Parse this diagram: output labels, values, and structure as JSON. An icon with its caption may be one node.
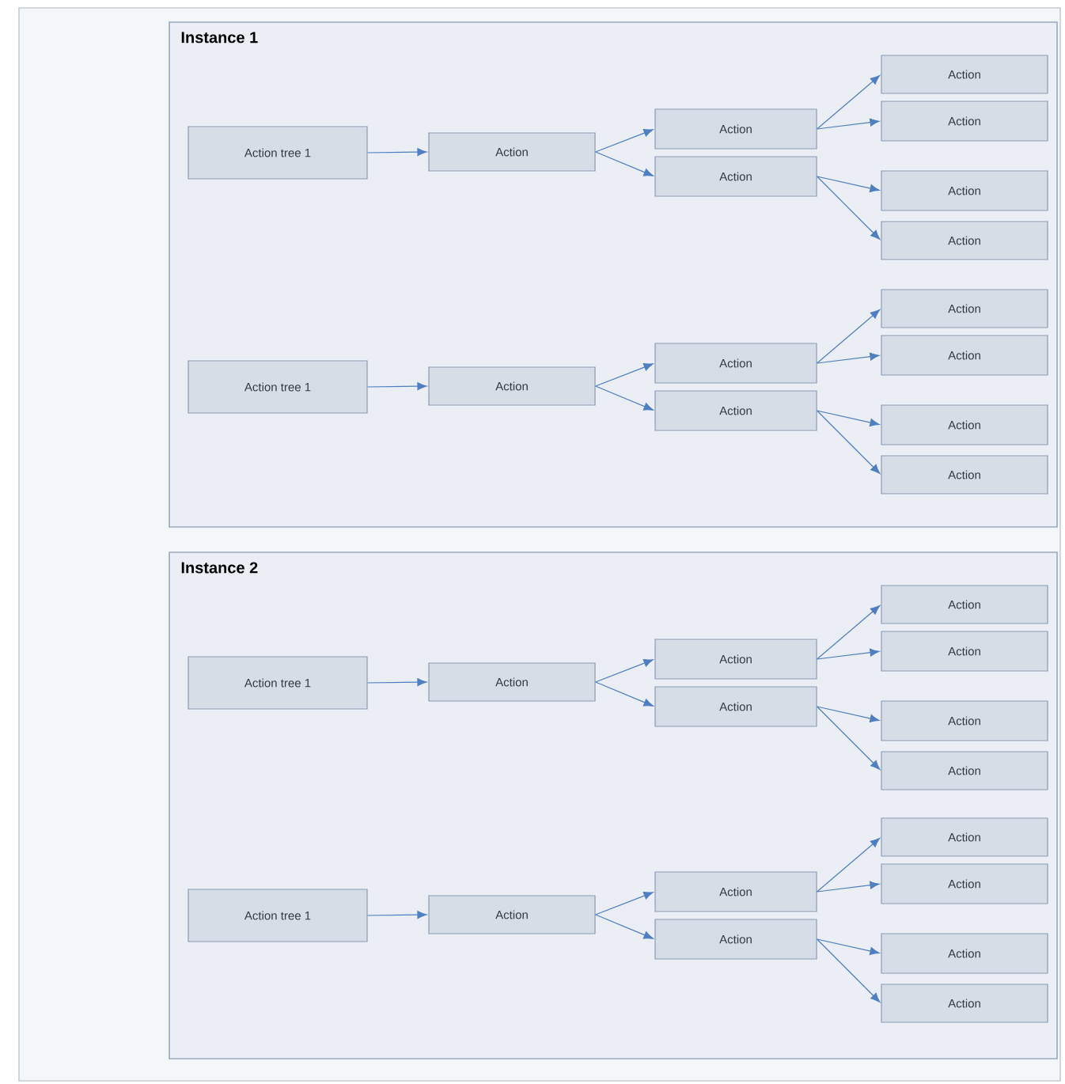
{
  "diagram": {
    "nodes": [
      {
        "text": [],
        "shape": "box"
      },
      {
        "text": [
          "Instance 1"
        ],
        "in": 0
      },
      {
        "text": [
          "Action tree 1"
        ],
        "in": 1
      },
      {
        "text": [
          "Action"
        ],
        "in": 1
      },
      {
        "text": [
          "Action"
        ],
        "in": 1
      },
      {
        "text": [
          "Action"
        ],
        "in": 1
      },
      {
        "text": [
          "Action"
        ],
        "in": 1
      },
      {
        "text": [
          "Action"
        ],
        "in": 1
      },
      {
        "text": [
          "Action"
        ],
        "in": 1
      },
      {
        "text": [
          "Action"
        ],
        "in": 1
      },
      {
        "text": [
          "Action tree 1"
        ],
        "in": 1
      },
      {
        "text": [
          "Action"
        ],
        "in": 1
      },
      {
        "text": [
          "Action"
        ],
        "in": 1
      },
      {
        "text": [
          "Action"
        ],
        "in": 1
      },
      {
        "text": [
          "Action"
        ],
        "in": 1
      },
      {
        "text": [
          "Action"
        ],
        "in": 1
      },
      {
        "text": [
          "Action"
        ],
        "in": 1
      },
      {
        "text": [
          "Action"
        ],
        "in": 1
      },
      {
        "text": [
          "Instance 2"
        ],
        "in": 0
      },
      {
        "text": [
          "Action tree 1"
        ],
        "in": 18
      },
      {
        "text": [
          "Action"
        ],
        "in": 18
      },
      {
        "text": [
          "Action"
        ],
        "in": 18
      },
      {
        "text": [
          "Action"
        ],
        "in": 18
      },
      {
        "text": [
          "Action"
        ],
        "in": 18
      },
      {
        "text": [
          "Action"
        ],
        "in": 18
      },
      {
        "text": [
          "Action"
        ],
        "in": 18
      },
      {
        "text": [
          "Action"
        ],
        "in": 18
      },
      {
        "text": [
          "Action tree 1"
        ],
        "in": 18
      },
      {
        "text": [
          "Action"
        ],
        "in": 18
      },
      {
        "text": [
          "Action"
        ],
        "in": 18
      },
      {
        "text": [
          "Action"
        ],
        "in": 18
      },
      {
        "text": [
          "Action"
        ],
        "in": 18
      },
      {
        "text": [
          "Action"
        ],
        "in": 18
      },
      {
        "text": [
          "Action"
        ],
        "in": 18
      },
      {
        "text": [
          "Action"
        ],
        "in": 18
      }
    ],
    "edges": [
      {
        "from": 2,
        "to": 3,
        "arrow": "to"
      },
      {
        "from": 3,
        "to": 4,
        "arrow": "to"
      },
      {
        "from": 3,
        "to": 5,
        "arrow": "to"
      },
      {
        "from": 4,
        "to": 6,
        "arrow": "to"
      },
      {
        "from": 4,
        "to": 7,
        "arrow": "to"
      },
      {
        "from": 5,
        "to": 8,
        "arrow": "to"
      },
      {
        "from": 5,
        "to": 9,
        "arrow": "to"
      },
      {
        "from": 10,
        "to": 11,
        "arrow": "to"
      },
      {
        "from": 11,
        "to": 12,
        "arrow": "to"
      },
      {
        "from": 11,
        "to": 13,
        "arrow": "to"
      },
      {
        "from": 12,
        "to": 14,
        "arrow": "to"
      },
      {
        "from": 12,
        "to": 15,
        "arrow": "to"
      },
      {
        "from": 13,
        "to": 16,
        "arrow": "to"
      },
      {
        "from": 13,
        "to": 17,
        "arrow": "to"
      },
      {
        "from": 19,
        "to": 20,
        "arrow": "to"
      },
      {
        "from": 20,
        "to": 21,
        "arrow": "to"
      },
      {
        "from": 20,
        "to": 22,
        "arrow": "to"
      },
      {
        "from": 21,
        "to": 23,
        "arrow": "to"
      },
      {
        "from": 21,
        "to": 24,
        "arrow": "to"
      },
      {
        "from": 22,
        "to": 25,
        "arrow": "to"
      },
      {
        "from": 22,
        "to": 26,
        "arrow": "to"
      },
      {
        "from": 27,
        "to": 28,
        "arrow": "to"
      },
      {
        "from": 28,
        "to": 29,
        "arrow": "to"
      },
      {
        "from": 28,
        "to": 30,
        "arrow": "to"
      },
      {
        "from": 29,
        "to": 31,
        "arrow": "to"
      },
      {
        "from": 29,
        "to": 32,
        "arrow": "to"
      },
      {
        "from": 30,
        "to": 33,
        "arrow": "to"
      },
      {
        "from": 30,
        "to": 34,
        "arrow": "to"
      }
    ]
  }
}
